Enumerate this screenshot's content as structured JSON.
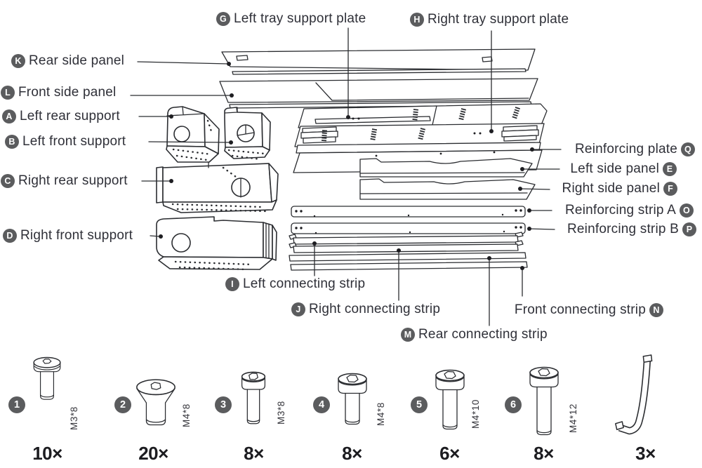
{
  "diagram": {
    "parts": [
      {
        "id": "G",
        "label": "Left tray support plate"
      },
      {
        "id": "H",
        "label": "Right tray support plate"
      },
      {
        "id": "K",
        "label": "Rear side panel"
      },
      {
        "id": "L",
        "label": "Front side panel"
      },
      {
        "id": "A",
        "label": "Left rear support"
      },
      {
        "id": "B",
        "label": "Left front support"
      },
      {
        "id": "C",
        "label": "Right rear support"
      },
      {
        "id": "D",
        "label": "Right front support"
      },
      {
        "id": "Q",
        "label": "Reinforcing plate"
      },
      {
        "id": "E",
        "label": "Left side panel"
      },
      {
        "id": "F",
        "label": "Right side panel"
      },
      {
        "id": "O",
        "label": "Reinforcing strip A"
      },
      {
        "id": "P",
        "label": "Reinforcing strip B"
      },
      {
        "id": "I",
        "label": "Left connecting strip"
      },
      {
        "id": "J",
        "label": "Right connecting strip"
      },
      {
        "id": "N",
        "label": "Front connecting strip"
      },
      {
        "id": "M",
        "label": "Rear connecting strip"
      }
    ]
  },
  "hardware": {
    "items": [
      {
        "num": "1",
        "spec": "M3*8",
        "qty": "10×"
      },
      {
        "num": "2",
        "spec": "M4*8",
        "qty": "20×"
      },
      {
        "num": "3",
        "spec": "M3*8",
        "qty": "8×"
      },
      {
        "num": "4",
        "spec": "M4*8",
        "qty": "8×"
      },
      {
        "num": "5",
        "spec": "M4*10",
        "qty": "6×"
      },
      {
        "num": "6",
        "spec": "M4*12",
        "qty": "8×"
      },
      {
        "num": "",
        "spec": "",
        "qty": "3×"
      }
    ]
  },
  "colors": {
    "badge": "#5b5c5e",
    "ink": "#2f3038",
    "line": "#2b2d31"
  }
}
